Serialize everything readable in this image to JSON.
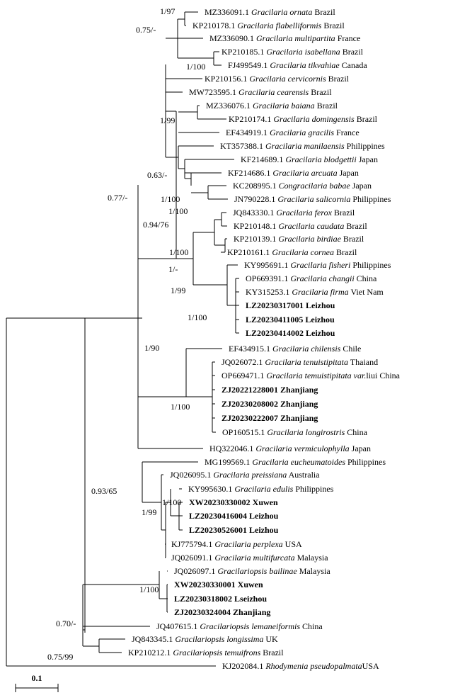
{
  "taxa": [
    {
      "acc": "MZ336091.1",
      "species": "Gracilaria ornata",
      "loc": "Brazil",
      "bold": false
    },
    {
      "acc": "KP210178.1",
      "species": "Gracilaria flabelliformis",
      "loc": "Brazil",
      "bold": false
    },
    {
      "acc": "MZ336090.1",
      "species": "Gracilaria multipartita",
      "loc": "France",
      "bold": false
    },
    {
      "acc": "KP210185.1",
      "species": "Gracilaria isabellana",
      "loc": "Brazil",
      "bold": false
    },
    {
      "acc": "FJ499549.1",
      "species": "Gracilaria tikvahiae",
      "loc": "Canada",
      "bold": false
    },
    {
      "acc": "KP210156.1",
      "species": "Gracilaria cervicornis",
      "loc": "Brazil",
      "bold": false
    },
    {
      "acc": "MW723595.1",
      "species": "Gracilaria cearensis",
      "loc": "Brazil",
      "bold": false
    },
    {
      "acc": "MZ336076.1",
      "species": "Gracilaria baiana",
      "loc": "Brazil",
      "bold": false
    },
    {
      "acc": "KP210174.1",
      "species": "Gracilaria domingensis",
      "loc": "Brazil",
      "bold": false
    },
    {
      "acc": "EF434919.1",
      "species": "Gracilaria gracilis",
      "loc": "France",
      "bold": false
    },
    {
      "acc": "KT357388.1",
      "species": "Gracilaria manilaensis",
      "loc": "Philippines",
      "bold": false
    },
    {
      "acc": "KF214689.1",
      "species": "Gracilaria blodgettii",
      "loc": "Japan",
      "bold": false
    },
    {
      "acc": "KF214686.1",
      "species": "Gracilaria arcuata",
      "loc": "Japan",
      "bold": false
    },
    {
      "acc": "KC208995.1",
      "species": "Congracilaria babae",
      "loc": "Japan",
      "bold": false
    },
    {
      "acc": "JN790228.1",
      "species": "Gracilaria salicornia",
      "loc": "Philippines",
      "bold": false
    },
    {
      "acc": "JQ843330.1",
      "species": "Gracilaria ferox",
      "loc": "Brazil",
      "bold": false
    },
    {
      "acc": "KP210148.1",
      "species": "Gracilaria caudata",
      "loc": "Brazil",
      "bold": false
    },
    {
      "acc": "KP210139.1",
      "species": "Gracilaria birdiae",
      "loc": "Brazil",
      "bold": false
    },
    {
      "acc": "KP210161.1",
      "species": "Gracilaria cornea",
      "loc": "Brazil",
      "bold": false
    },
    {
      "acc": "KY995691.1",
      "species": "Gracilaria fisheri",
      "loc": "Philippines",
      "bold": false
    },
    {
      "acc": "OP669391.1",
      "species": "Gracilaria changii",
      "loc": "China",
      "bold": false
    },
    {
      "acc": "KY315253.1",
      "species": "Gracilaria firma",
      "loc": "Viet Nam",
      "bold": false
    },
    {
      "acc": "LZ20230317001",
      "species": "",
      "loc": "Leizhou",
      "bold": true
    },
    {
      "acc": "LZ20230411005",
      "species": "",
      "loc": "Leizhou",
      "bold": true
    },
    {
      "acc": "LZ20230414002",
      "species": "",
      "loc": "Leizhou",
      "bold": true
    },
    {
      "acc": "EF434915.1",
      "species": "Gracilaria chilensis",
      "loc": "Chile",
      "bold": false
    },
    {
      "acc": "JQ026072.1",
      "species": "Gracilaria tenuistipitata",
      "loc": "Thaiand",
      "bold": false
    },
    {
      "acc": "OP669471.1",
      "species": "Gracilaria temuistipitata var.",
      "loc": "liui China",
      "bold": false
    },
    {
      "acc": "ZJ20221228001",
      "species": "",
      "loc": "Zhanjiang",
      "bold": true
    },
    {
      "acc": "ZJ20230208002",
      "species": "",
      "loc": "Zhanjiang",
      "bold": true
    },
    {
      "acc": "ZJ20230222007",
      "species": "",
      "loc": "Zhanjiang",
      "bold": true
    },
    {
      "acc": "OP160515.1",
      "species": "Gracilaria longirostris",
      "loc": "China",
      "bold": false
    },
    {
      "acc": "HQ322046.1",
      "species": "Gracilaria vermiculophylla",
      "loc": "Japan",
      "bold": false
    },
    {
      "acc": "MG199569.1",
      "species": "Gracilaria eucheumatoides",
      "loc": "Philippines",
      "bold": false
    },
    {
      "acc": "JQ026095.1",
      "species": "Gracilaria preissiana",
      "loc": "Australia",
      "bold": false
    },
    {
      "acc": "KY995630.1",
      "species": "Gracilaria edulis",
      "loc": "Philippines",
      "bold": false
    },
    {
      "acc": "XW20230330002",
      "species": "",
      "loc": "Xuwen",
      "bold": true
    },
    {
      "acc": "LZ20230416004",
      "species": "",
      "loc": "Leizhou",
      "bold": true
    },
    {
      "acc": "LZ20230526001",
      "species": "",
      "loc": "Leizhou",
      "bold": true
    },
    {
      "acc": "KJ775794.1",
      "species": "Gracilaria perplexa",
      "loc": "USA",
      "bold": false
    },
    {
      "acc": "JQ026091.1",
      "species": "Gracilaria multifurcata",
      "loc": "Malaysia",
      "bold": false
    },
    {
      "acc": "JQ026097.1",
      "species": "Gracilariopsis bailinae",
      "loc": "Malaysia",
      "bold": false
    },
    {
      "acc": "XW20230330001",
      "species": "",
      "loc": "Xuwen",
      "bold": true
    },
    {
      "acc": "LZ20230318002",
      "species": "",
      "loc": "Lseizhou",
      "bold": true
    },
    {
      "acc": "ZJ20230324004",
      "species": "",
      "loc": "Zhanjiang",
      "bold": true
    },
    {
      "acc": "JQ407615.1",
      "species": "Gracilariopsis lemaneiformis",
      "loc": "China",
      "bold": false
    },
    {
      "acc": "JQ843345.1",
      "species": "Gracilariopsis longissima",
      "loc": "UK",
      "bold": false
    },
    {
      "acc": "KP210212.1",
      "species": "Gracilariopsis temuifrons",
      "loc": "Brazil",
      "bold": false
    },
    {
      "acc": "KJ202084.1",
      "species": "Rhodymenia pseudopalmata",
      "loc": "USA",
      "bold": false
    }
  ],
  "supports": [
    "1/97",
    "0.75/-",
    "1/100",
    "1/99",
    "0.63/-",
    "1/100",
    "0.77/-",
    "0.94/76",
    "1/100",
    "1/100",
    "1/-",
    "1/99",
    "1/100",
    "1/90",
    "1/100",
    "0.93/65",
    "1/100",
    "1/99",
    "1/100",
    "0.70/-",
    "0.75/99"
  ],
  "scale_bar": {
    "label": "0.1"
  }
}
